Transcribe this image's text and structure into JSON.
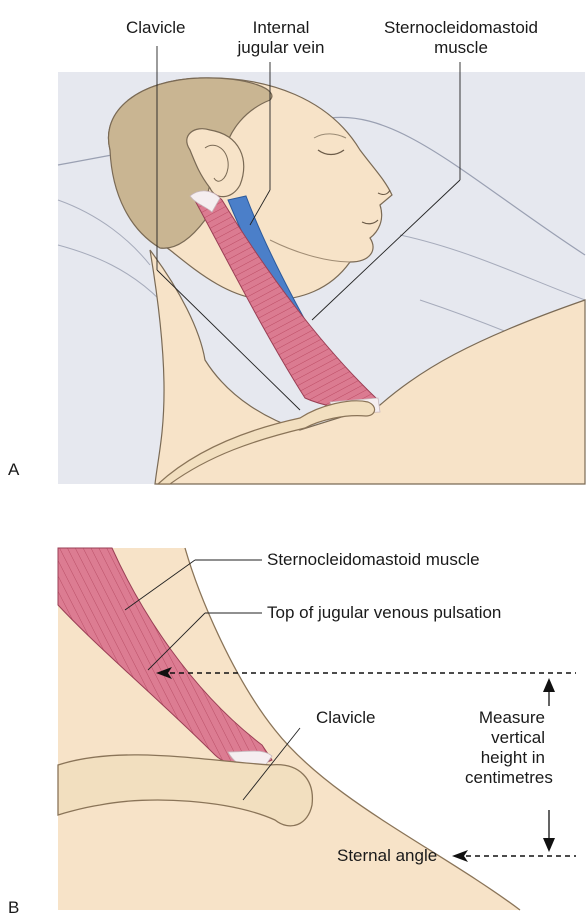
{
  "panel_a": {
    "letter": "A",
    "labels": {
      "clavicle": "Clavicle",
      "internal_jugular_vein": [
        "Internal",
        "jugular vein"
      ],
      "sternocleidomastoid": [
        "Sternocleidomastoid",
        "muscle"
      ]
    }
  },
  "panel_b": {
    "letter": "B",
    "labels": {
      "sternocleidomastoid": "Sternocleidomastoid muscle",
      "top_of_jvp": "Top of jugular venous pulsation",
      "clavicle": "Clavicle",
      "measure": [
        "Measure",
        "vertical",
        "height in",
        "centimetres"
      ],
      "sternal_angle": "Sternal angle"
    }
  },
  "colors": {
    "skin": "#f7e3c8",
    "hair": "#c9b592",
    "muscle": "#d9748a",
    "vein": "#4b7fc9",
    "background_panel": "#e6e8ef"
  }
}
